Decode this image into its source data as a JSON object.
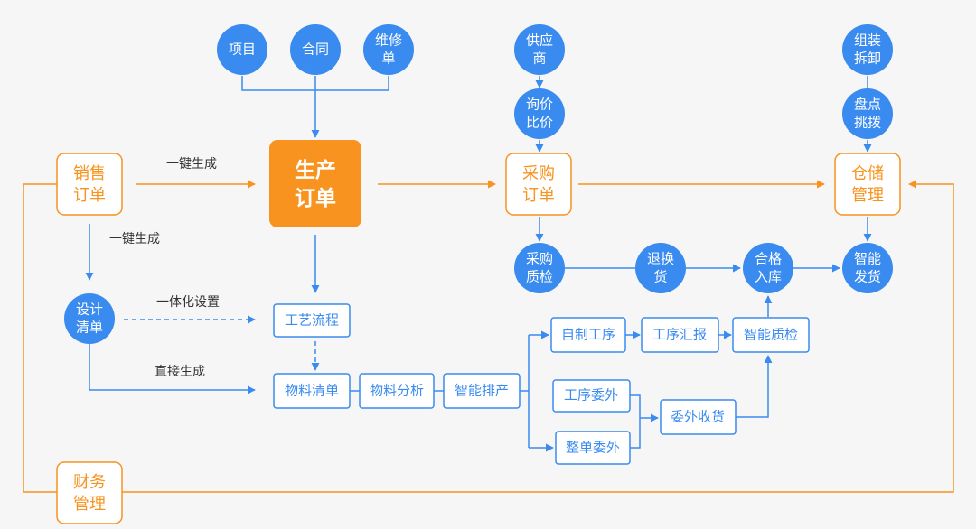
{
  "colors": {
    "blue": "#3a8bef",
    "orange": "#f7931e",
    "background": "#f6f6f6",
    "label_text": "#333333"
  },
  "nodes": {
    "project": [
      "项目"
    ],
    "contract": [
      "合同"
    ],
    "repair_order": [
      "维修",
      "单"
    ],
    "supplier": [
      "供应",
      "商"
    ],
    "inquiry": [
      "询价",
      "比价"
    ],
    "assembly": [
      "组装",
      "拆卸"
    ],
    "inventory_transfer": [
      "盘点",
      "挑拨"
    ],
    "sales_order": [
      "销售",
      "订单"
    ],
    "production_order": [
      "生产",
      "订单"
    ],
    "purchase_order": [
      "采购",
      "订单"
    ],
    "warehouse": [
      "仓储",
      "管理"
    ],
    "design_list": [
      "设计",
      "清单"
    ],
    "purchase_qc": [
      "采购",
      "质检"
    ],
    "return_exchange": [
      "退换",
      "货"
    ],
    "qualified_stock": [
      "合格",
      "入库"
    ],
    "smart_shipping": [
      "智能",
      "发货"
    ],
    "process_flow": [
      "工艺流程"
    ],
    "material_list": [
      "物料清单"
    ],
    "material_analysis": [
      "物料分析"
    ],
    "smart_scheduling": [
      "智能排产"
    ],
    "self_process": [
      "自制工序"
    ],
    "process_report": [
      "工序汇报"
    ],
    "smart_qc": [
      "智能质检"
    ],
    "process_outsource": [
      "工序委外"
    ],
    "full_outsource": [
      "整单委外"
    ],
    "outsource_receipt": [
      "委外收货"
    ],
    "finance": [
      "财务",
      "管理"
    ]
  },
  "edge_labels": {
    "sales_to_production": "一键生成",
    "sales_to_design": "一键生成",
    "design_to_process_flow": "一体化设置",
    "design_to_material_list": "直接生成"
  }
}
